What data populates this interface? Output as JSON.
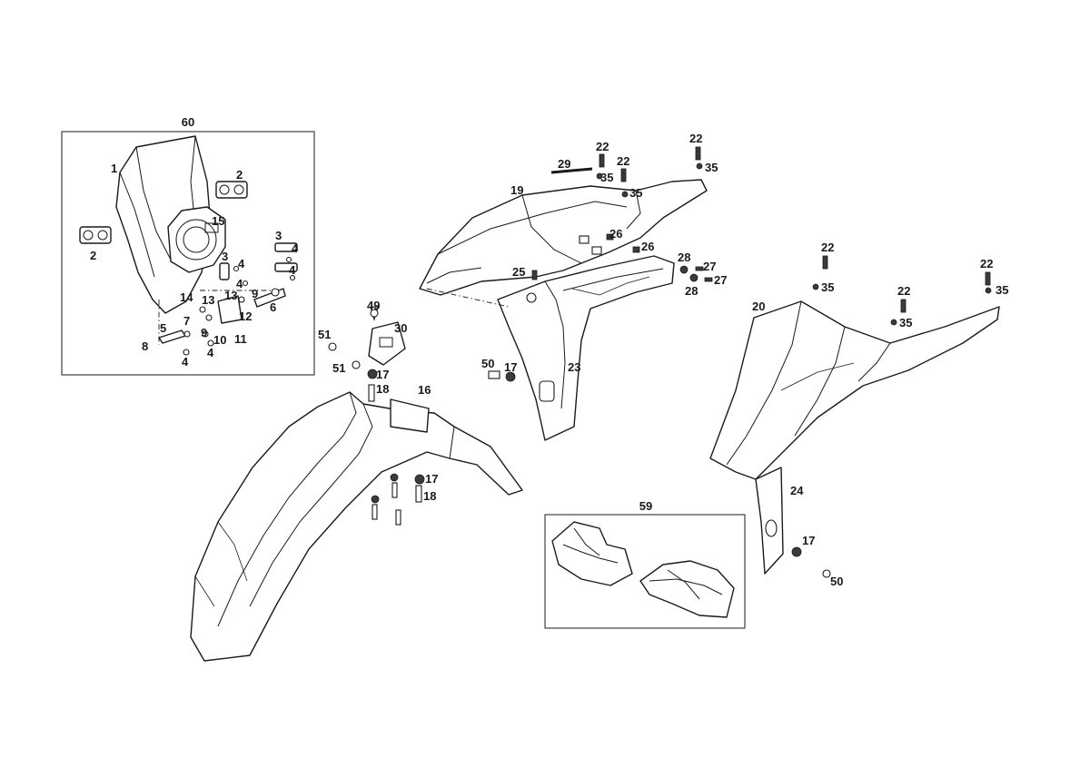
{
  "diagram": {
    "group_labels": {
      "headlight_assembly": "60",
      "handguards": "59"
    },
    "part_labels": [
      "1",
      "2",
      "2",
      "15",
      "3",
      "4",
      "4",
      "3",
      "4",
      "4",
      "14",
      "13",
      "13",
      "9",
      "6",
      "12",
      "11",
      "10",
      "9",
      "7",
      "5",
      "8",
      "4",
      "4",
      "29",
      "22",
      "35",
      "22",
      "35",
      "22",
      "35",
      "19",
      "26",
      "26",
      "28",
      "27",
      "28",
      "27",
      "25",
      "23",
      "50",
      "17",
      "49",
      "30",
      "51",
      "51",
      "17",
      "18",
      "16",
      "17",
      "18",
      "22",
      "35",
      "20",
      "22",
      "35",
      "22",
      "35",
      "24",
      "17",
      "50",
      "59"
    ]
  }
}
